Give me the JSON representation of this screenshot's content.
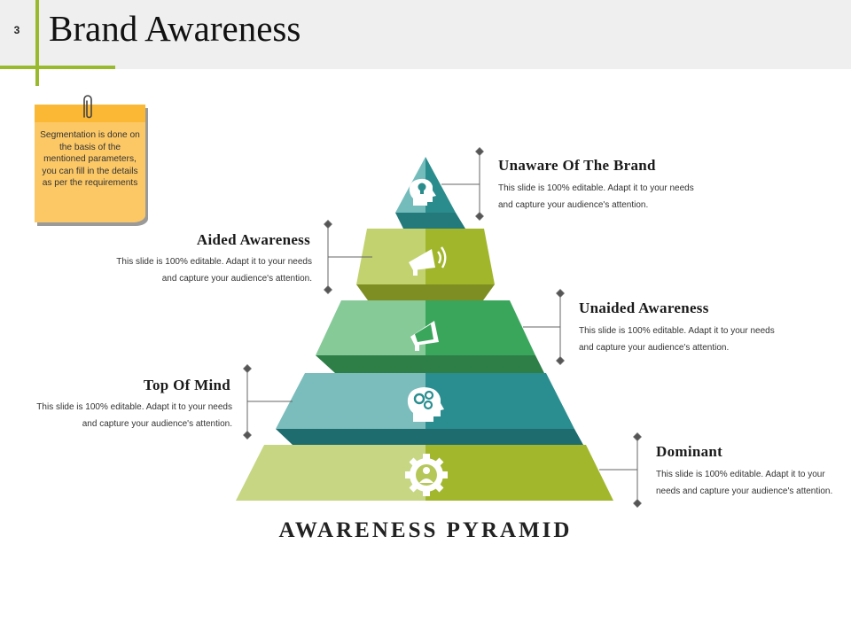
{
  "slide": {
    "number": "3",
    "title": "Brand Awareness"
  },
  "note": {
    "text": "Segmentation is done on the basis of the mentioned parameters, you can fill in the details as per the requirements"
  },
  "pyramid": {
    "caption": "AWARENESS PYRAMID",
    "levels": [
      {
        "label": "Unaware  Of The Brand",
        "description": "This slide is 100% editable. Adapt it to your needs and capture your audience's attention.",
        "icon": "head-lightbulb-icon",
        "side": "right"
      },
      {
        "label": "Aided  Awareness",
        "description": "This slide is 100% editable. Adapt it to your needs and capture your audience's attention.",
        "icon": "megaphone-sound-icon",
        "side": "left"
      },
      {
        "label": "Unaided  Awareness",
        "description": "This slide is 100% editable. Adapt it to your needs and capture your audience's attention.",
        "icon": "megaphone-icon",
        "side": "right"
      },
      {
        "label": "Top Of Mind",
        "description": "This slide is 100% editable. Adapt it to your needs and capture your audience's attention.",
        "icon": "head-gears-icon",
        "side": "left"
      },
      {
        "label": "Dominant",
        "description": "This slide is 100% editable. Adapt it to your needs and capture your audience's attention.",
        "icon": "gear-person-icon",
        "side": "right"
      }
    ]
  },
  "colors": {
    "accent": "#9aba2e",
    "teal_light": "#74bcbc",
    "teal_dark": "#2a8c8c",
    "lime_light": "#c2d26e",
    "lime_dark": "#a2b62c",
    "green_light": "#86ca98",
    "green_dark": "#3aa65c",
    "note_yellow": "#fcc866"
  }
}
